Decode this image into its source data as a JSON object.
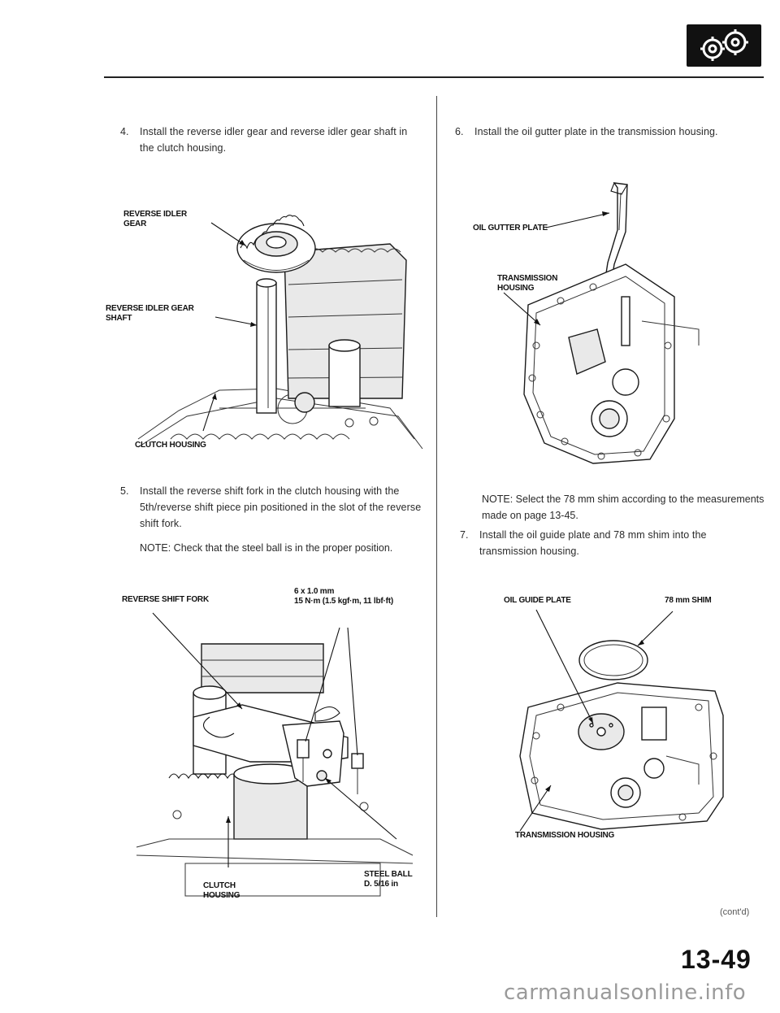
{
  "header": {
    "badge_icon": "transmission-gears-icon"
  },
  "steps": {
    "s4": {
      "num": "4.",
      "text": "Install the reverse idler gear and reverse idler gear shaft in the clutch housing."
    },
    "s5": {
      "num": "5.",
      "text": "Install the reverse shift fork in the clutch housing with the 5th/reverse shift piece pin positioned in the slot of the reverse shift fork.",
      "note": "NOTE: Check that the steel ball is in the proper position."
    },
    "s6": {
      "num": "6.",
      "text": "Install the oil gutter plate in the transmission housing.",
      "note": "NOTE: Select the 78 mm shim according to the measurements made on page 13-45."
    },
    "s7": {
      "num": "7.",
      "text": "Install the oil guide plate and 78 mm shim into the transmission housing."
    }
  },
  "fig1": {
    "gear": [
      "REVERSE IDLER",
      "GEAR"
    ],
    "shaft": [
      "REVERSE IDLER GEAR",
      "SHAFT"
    ],
    "housing": "CLUTCH HOUSING"
  },
  "fig2": {
    "fork": "REVERSE SHIFT FORK",
    "bolt": [
      "6 x 1.0 mm",
      "15 N·m (1.5 kgf·m, 11 lbf·ft)"
    ],
    "housing": [
      "CLUTCH",
      "HOUSING"
    ],
    "ball": [
      "STEEL BALL",
      "D. 5/16 in"
    ]
  },
  "fig3": {
    "plate": "OIL GUTTER PLATE",
    "housing": [
      "TRANSMISSION",
      "HOUSING"
    ]
  },
  "fig4": {
    "plate": "OIL GUIDE PLATE",
    "shim": "78 mm SHIM",
    "housing": "TRANSMISSION HOUSING"
  },
  "footer": {
    "contd": "(cont'd)",
    "page_number": "13-49",
    "watermark": "carmanualsonline.info"
  }
}
